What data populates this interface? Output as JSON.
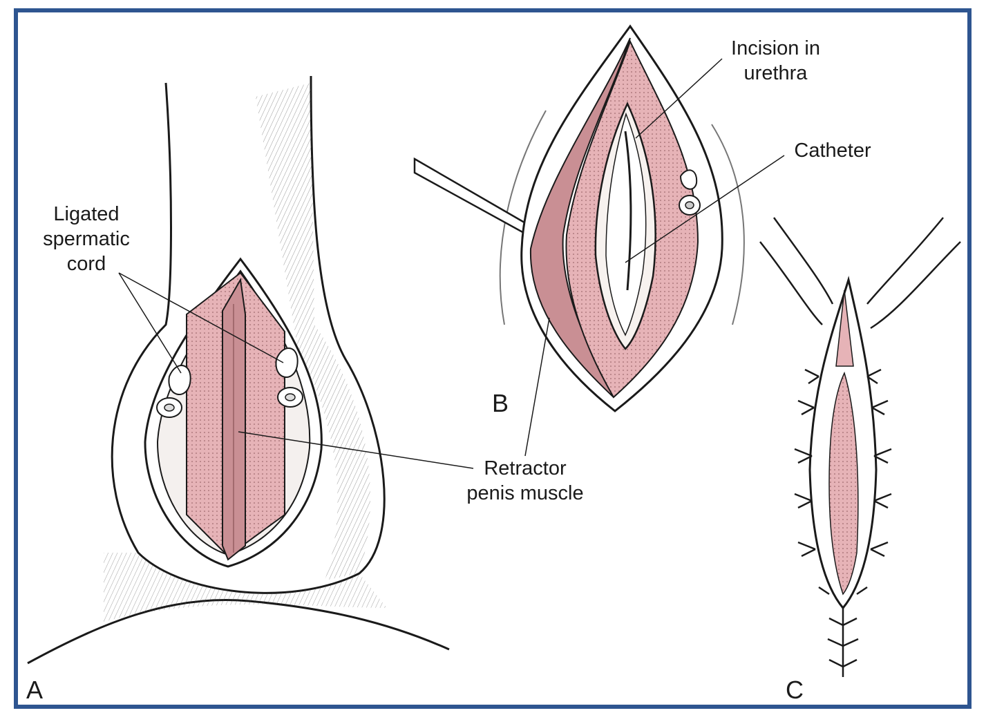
{
  "panels": {
    "a": "A",
    "b": "B",
    "c": "C"
  },
  "labels": {
    "spermatic_cord": [
      "Ligated",
      "spermatic",
      "cord"
    ],
    "retractor_penis": [
      "Retractor",
      "penis muscle"
    ],
    "incision_urethra": [
      "Incision in",
      "urethra"
    ],
    "catheter": [
      "Catheter"
    ]
  },
  "colors": {
    "frame": "#2e5590",
    "muscle": "#c98f94",
    "tissue": "#e8b9bc",
    "ink": "#1a1a1a"
  }
}
